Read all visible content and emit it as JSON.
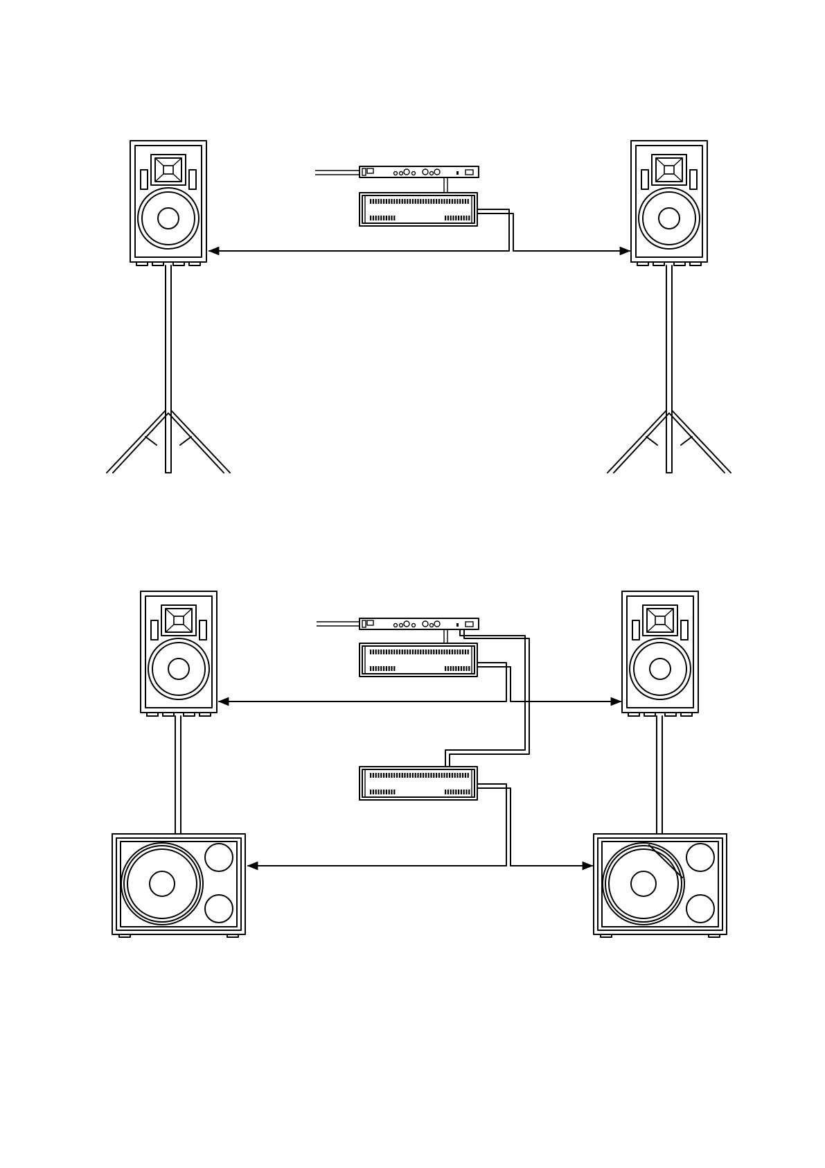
{
  "diagram": {
    "setups": [
      {
        "name": "setup-top",
        "components": [
          "processor",
          "amplifier",
          "left-speaker-on-stand",
          "right-speaker-on-stand"
        ]
      },
      {
        "name": "setup-bottom",
        "components": [
          "processor",
          "amplifier-top",
          "amplifier-sub",
          "left-top-speaker",
          "right-top-speaker",
          "left-subwoofer",
          "right-subwoofer"
        ]
      }
    ],
    "colors": {
      "line": "#000000",
      "background": "#ffffff"
    }
  }
}
